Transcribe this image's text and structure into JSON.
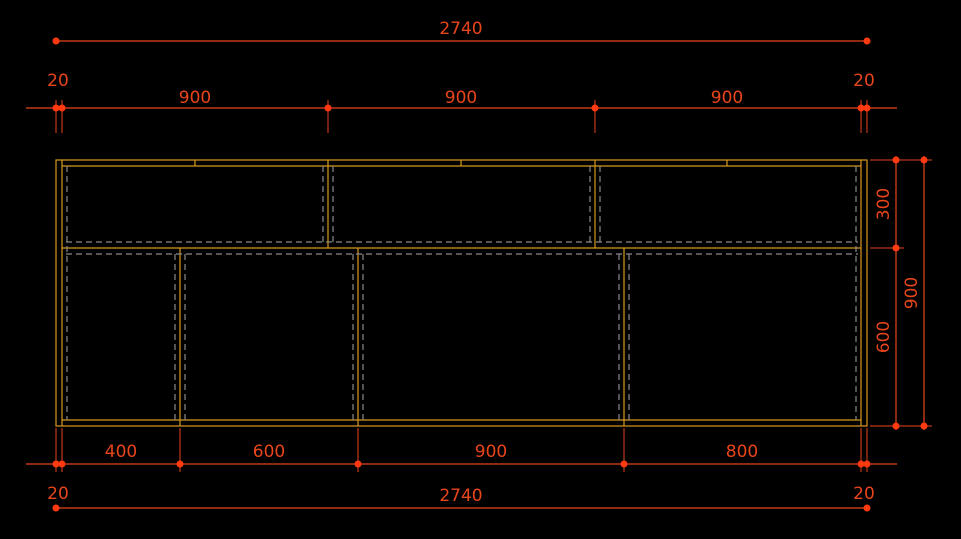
{
  "colors": {
    "background": "#000000",
    "dimension": "#e8451a",
    "cabinet": "#d79a1e",
    "hidden": "#8a8a8a"
  },
  "dimensions": {
    "top_total": "2740",
    "top_left_offset": "20",
    "top_right_offset": "20",
    "top_segments": [
      "900",
      "900",
      "900"
    ],
    "right_upper": "300",
    "right_lower": "600",
    "right_total": "900",
    "bottom_left_offset": "20",
    "bottom_right_offset": "20",
    "bottom_segments": [
      "400",
      "600",
      "900",
      "800"
    ],
    "bottom_total": "2740"
  }
}
